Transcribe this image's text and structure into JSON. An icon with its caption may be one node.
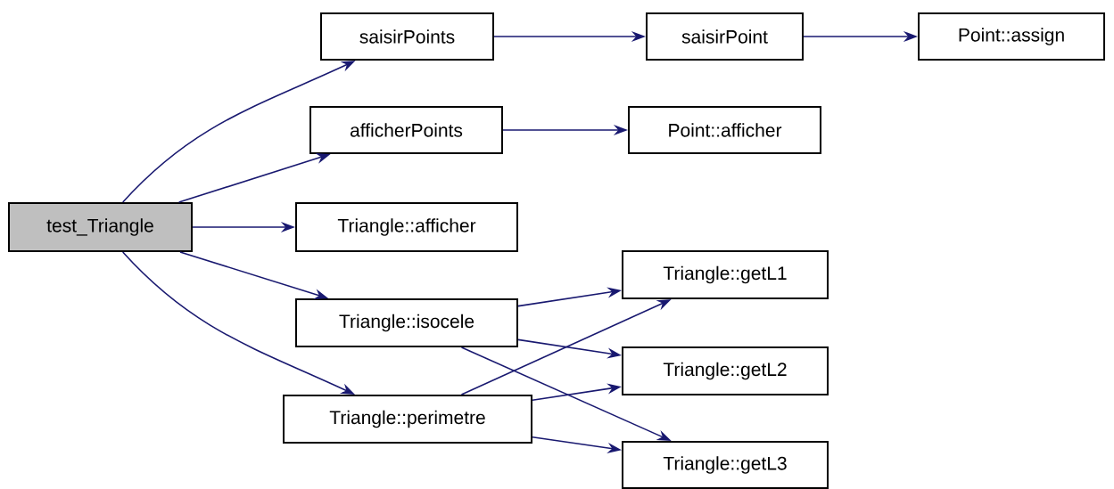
{
  "diagram": {
    "nodes": [
      {
        "text": [
          "test_Triangle"
        ]
      },
      {
        "text": [
          "saisirPoints"
        ]
      },
      {
        "text": [
          "afficherPoints"
        ]
      },
      {
        "text": [
          "Triangle::afficher"
        ]
      },
      {
        "text": [
          "Triangle::isocele"
        ]
      },
      {
        "text": [
          "Triangle::perimetre"
        ]
      },
      {
        "text": [
          "saisirPoint"
        ]
      },
      {
        "text": [
          "Point::afficher"
        ]
      },
      {
        "text": [
          "Triangle::getL1"
        ]
      },
      {
        "text": [
          "Triangle::getL2"
        ]
      },
      {
        "text": [
          "Triangle::getL3"
        ]
      },
      {
        "text": [
          "Point::assign"
        ]
      }
    ],
    "edges": [
      {
        "from": 0,
        "to": 1,
        "arrow": "to"
      },
      {
        "from": 0,
        "to": 2,
        "arrow": "to"
      },
      {
        "from": 0,
        "to": 3,
        "arrow": "to"
      },
      {
        "from": 0,
        "to": 4,
        "arrow": "to"
      },
      {
        "from": 0,
        "to": 5,
        "arrow": "to"
      },
      {
        "from": 1,
        "to": 6,
        "arrow": "to"
      },
      {
        "from": 6,
        "to": 11,
        "arrow": "to"
      },
      {
        "from": 2,
        "to": 7,
        "arrow": "to"
      },
      {
        "from": 4,
        "to": 8,
        "arrow": "to"
      },
      {
        "from": 4,
        "to": 9,
        "arrow": "to"
      },
      {
        "from": 4,
        "to": 10,
        "arrow": "to"
      },
      {
        "from": 5,
        "to": 8,
        "arrow": "to"
      },
      {
        "from": 5,
        "to": 9,
        "arrow": "to"
      },
      {
        "from": 5,
        "to": 10,
        "arrow": "to"
      }
    ]
  }
}
